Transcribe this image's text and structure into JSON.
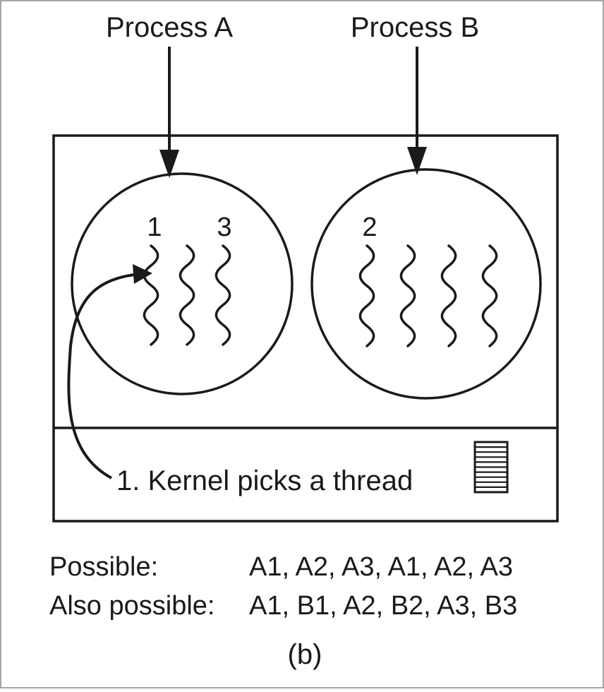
{
  "processes": [
    {
      "label": "Process A",
      "thread_numbers": [
        "1",
        "3"
      ],
      "thread_count": 3
    },
    {
      "label": "Process B",
      "thread_numbers": [
        "2"
      ],
      "thread_count": 4
    }
  ],
  "kernel": {
    "label": "1. Kernel picks a thread"
  },
  "sequences": [
    {
      "label": "Possible:",
      "value": "A1, A2, A3, A1, A2, A3"
    },
    {
      "label": "Also possible:",
      "value": "A1, B1, A2, B2, A3, B3"
    }
  ],
  "caption": "(b)",
  "colors": {
    "ink": "#1a1a1a",
    "background": "#ffffff"
  }
}
